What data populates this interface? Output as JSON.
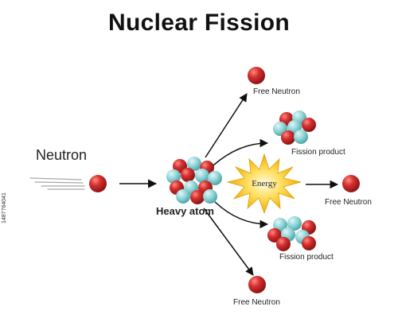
{
  "title": "Nuclear Fission",
  "labels": {
    "neutron": "Neutron",
    "heavy_atom": "Heavy atom",
    "energy": "Energy",
    "free_neutron_top": "Free Neutron",
    "free_neutron_mid": "Free Neutron",
    "free_neutron_bottom": "Free Neutron",
    "fission_product_top": "Fission product",
    "fission_product_bottom": "Fission product"
  },
  "stock_id": "1487764041",
  "colors": {
    "proton": "#c62828",
    "neutron_particle": "#8fd3d6",
    "energy_burst": "#f7c520",
    "arrow": "#111111",
    "motion_lines": "#9e9e9e"
  }
}
